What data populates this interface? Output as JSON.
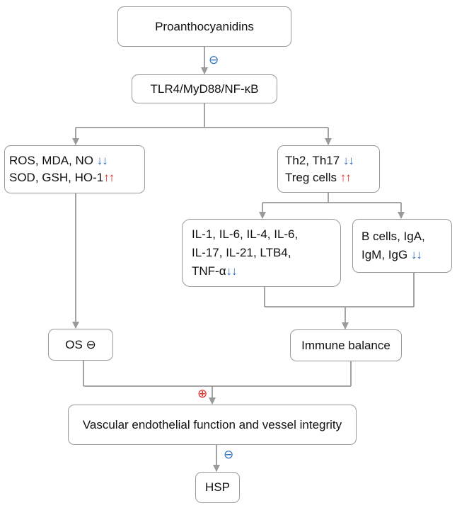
{
  "nodes": {
    "proanthocyanidins": "Proanthocyanidins",
    "tlr4": "TLR4/MyD88/NF-κB",
    "oxidative": {
      "line1": "ROS, MDA, NO",
      "line1_arrows": "↓↓",
      "line2": "SOD, GSH, HO-1",
      "line2_arrows": "↑↑"
    },
    "tcells": {
      "line1": "Th2, Th17",
      "line1_arrows": "↓↓",
      "line2": "Treg cells",
      "line2_arrows": "↑↑"
    },
    "cytokines": {
      "line1": "IL-1, IL-6, IL-4, IL-6,",
      "line2": "IL-17, IL-21, LTB4,",
      "line3": "TNF-α",
      "line3_arrows": "↓↓"
    },
    "bcells": {
      "line1": "B cells, IgA,",
      "line2": "IgM, IgG",
      "line2_arrows": "↓↓"
    },
    "os": "OS",
    "os_symbol": "⊖",
    "immune": "Immune balance",
    "vascular": "Vascular endothelial function and vessel integrity",
    "hsp": "HSP"
  },
  "symbols": {
    "inhibit_1": "⊖",
    "promote": "⊕",
    "inhibit_2": "⊖"
  },
  "colors": {
    "inhibit": "#2f6cc0",
    "promote": "#e0241b",
    "line": "#9a9a9a"
  }
}
